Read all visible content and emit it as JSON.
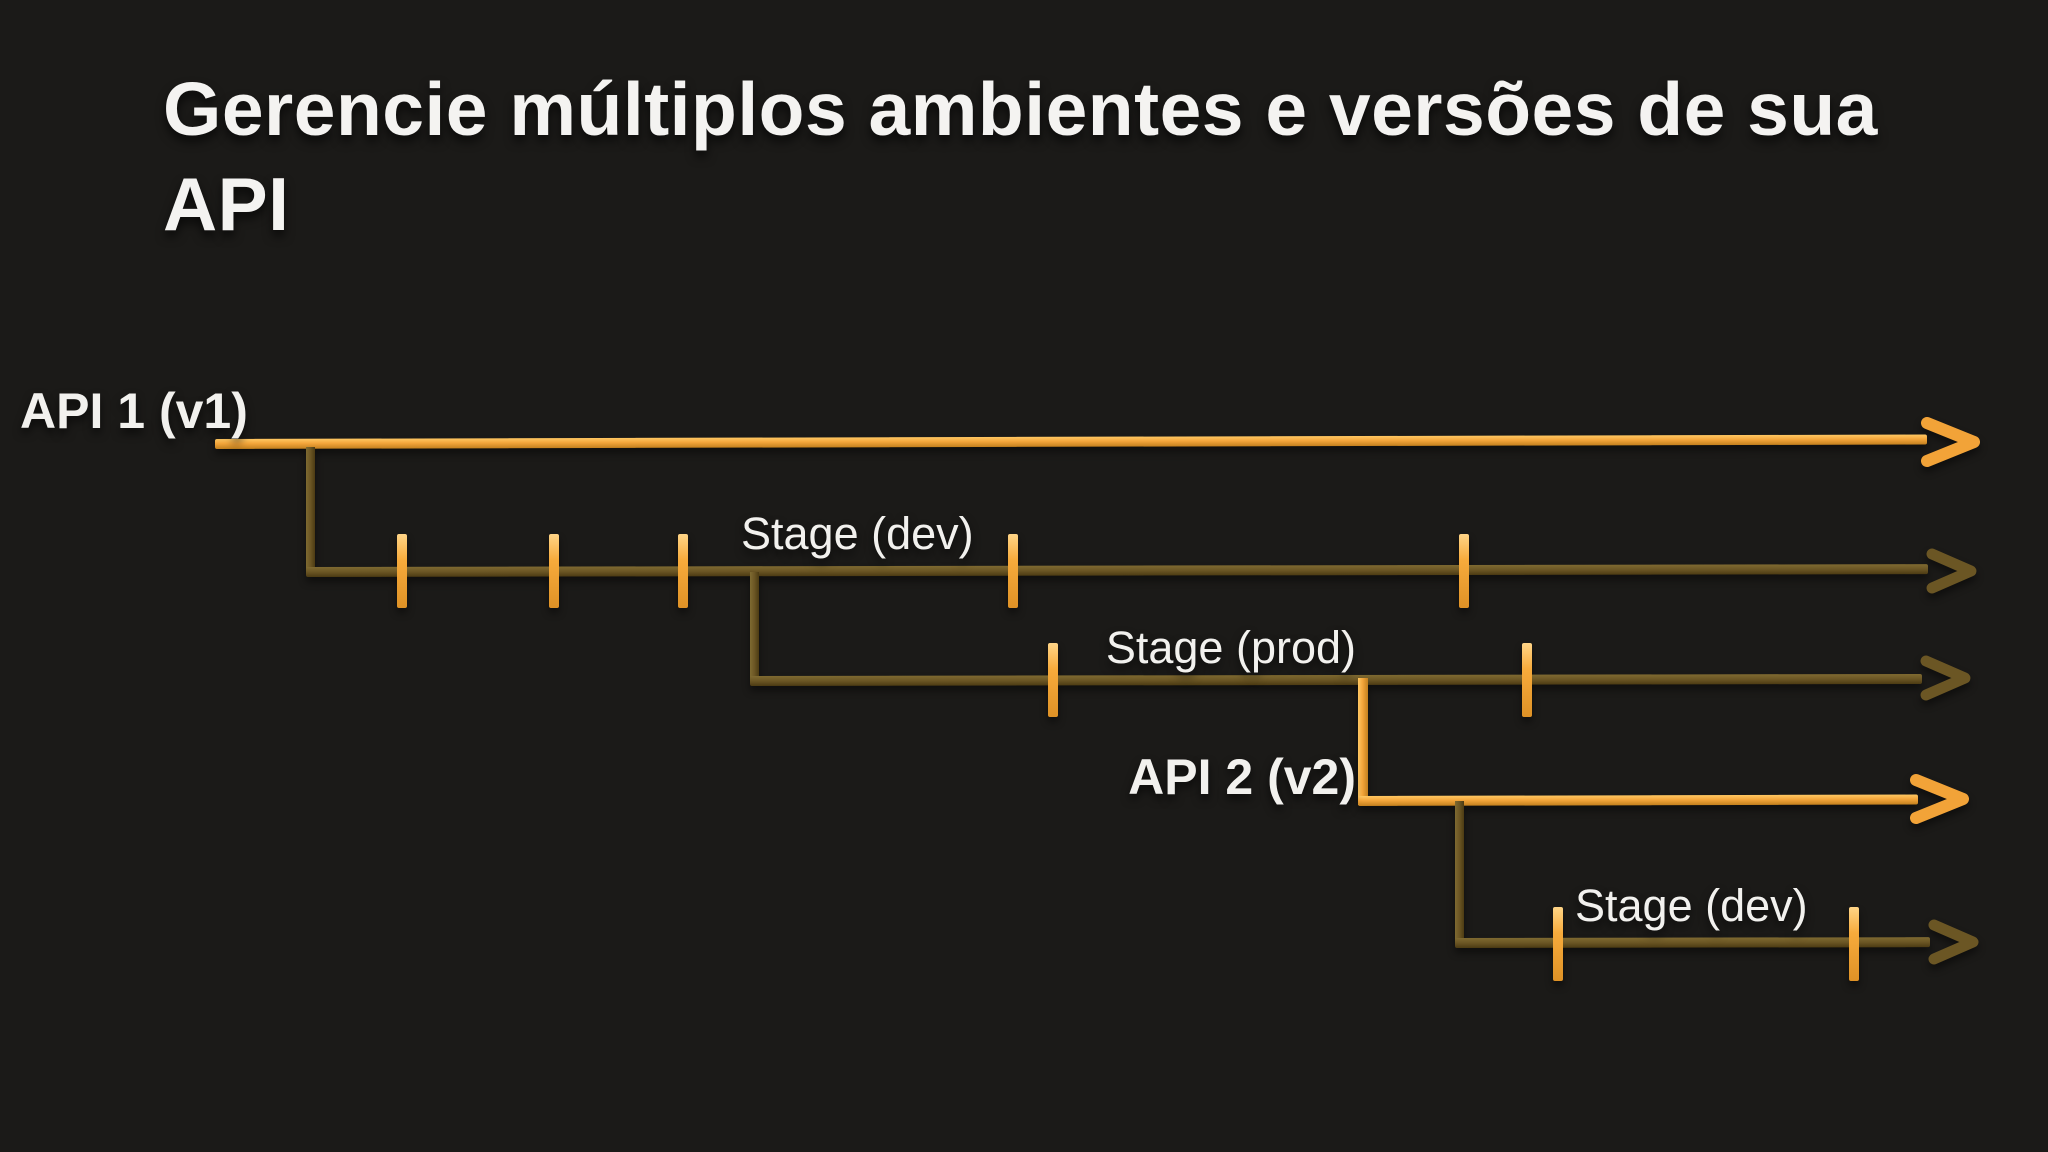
{
  "title": "Gerencie múltiplos ambientes e versões de sua API",
  "colors": {
    "background": "#1b1a18",
    "arrow_bright": "#f4a63b",
    "arrow_bright_light": "#ffc863",
    "arrow_bright_dark": "#c3801e",
    "arrow_dark": "#6b5624",
    "arrow_dark_light": "#7f6a31",
    "arrow_dark_deep": "#4c3b13",
    "tick_light": "#ffd587",
    "tick": "#f7ab3c",
    "tick_dark": "#df9226",
    "text": "#f2f1ee"
  },
  "diagram": {
    "timelines": [
      {
        "label": "API 1 (v1)",
        "kind": "api-version",
        "style": "bright",
        "tick_count": 0
      },
      {
        "label": "Stage (dev)",
        "kind": "stage",
        "style": "dark",
        "tick_count": 5,
        "branched_from": "API 1 (v1)"
      },
      {
        "label": "Stage (prod)",
        "kind": "stage",
        "style": "dark",
        "tick_count": 2,
        "branched_from": "Stage (dev)"
      },
      {
        "label": "API 2 (v2)",
        "kind": "api-version",
        "style": "bright",
        "tick_count": 0,
        "branched_from": "Stage (prod)"
      },
      {
        "label": "Stage (dev)",
        "kind": "stage",
        "style": "dark",
        "tick_count": 2,
        "branched_from": "API 2 (v2)"
      }
    ]
  }
}
